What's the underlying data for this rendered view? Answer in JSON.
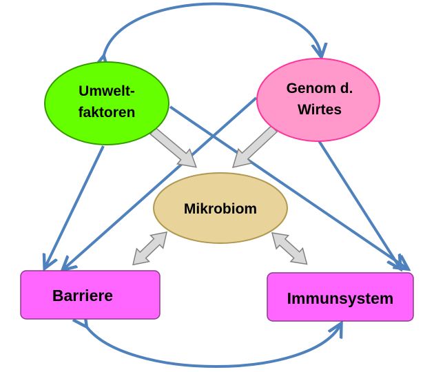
{
  "nodes": {
    "umwelt": {
      "line1": "Umwelt-",
      "line2": "faktoren",
      "fill": "#66ff00",
      "stroke": "#339900"
    },
    "genom": {
      "line1": "Genom d.",
      "line2": "Wirtes",
      "fill": "#ff99cc",
      "stroke": "#ff3399"
    },
    "mikrobiom": {
      "label": "Mikrobiom",
      "fill": "#e8d49a",
      "stroke": "#b09850"
    },
    "barriere": {
      "label": "Barriere",
      "fill": "#ff66ff",
      "stroke": "#8a3a8a"
    },
    "immunsystem": {
      "label": "Immunsystem",
      "fill": "#ff66ff",
      "stroke": "#8a3a8a"
    }
  },
  "colors": {
    "arrow_blue": "#4f81bd",
    "hollow_arrow_fill": "#d9d9d9",
    "hollow_arrow_stroke": "#808080"
  },
  "edges": [
    {
      "from": "umwelt",
      "to": "genom",
      "style": "blue-curved-bidirectional"
    },
    {
      "from": "barriere",
      "to": "immunsystem",
      "style": "blue-curved-bidirectional"
    },
    {
      "from": "umwelt",
      "to": "barriere",
      "style": "blue-arrow"
    },
    {
      "from": "umwelt",
      "to": "immunsystem",
      "style": "blue-arrow"
    },
    {
      "from": "genom",
      "to": "barriere",
      "style": "blue-arrow"
    },
    {
      "from": "genom",
      "to": "immunsystem",
      "style": "blue-arrow"
    },
    {
      "from": "umwelt",
      "to": "mikrobiom",
      "style": "hollow-arrow"
    },
    {
      "from": "genom",
      "to": "mikrobiom",
      "style": "hollow-arrow"
    },
    {
      "from": "mikrobiom",
      "to": "barriere",
      "style": "hollow-double-arrow"
    },
    {
      "from": "mikrobiom",
      "to": "immunsystem",
      "style": "hollow-double-arrow"
    }
  ]
}
